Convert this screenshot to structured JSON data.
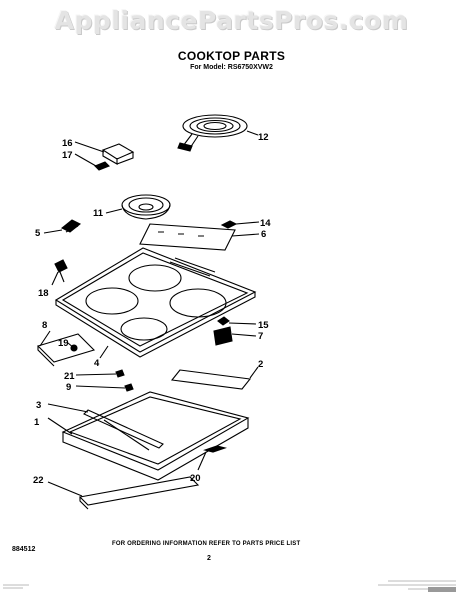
{
  "watermark": "AppliancePartsPros.com",
  "title": "COOKTOP PARTS",
  "subtitle": "For Model: RS6750XVW2",
  "callouts": [
    "1",
    "2",
    "3",
    "4",
    "5",
    "6",
    "7",
    "8",
    "9",
    "11",
    "12",
    "14",
    "15",
    "16",
    "17",
    "18",
    "19",
    "20",
    "21",
    "22"
  ],
  "footer": {
    "code": "884512",
    "note": "FOR ORDERING INFORMATION REFER TO PARTS PRICE LIST",
    "page": "2"
  }
}
